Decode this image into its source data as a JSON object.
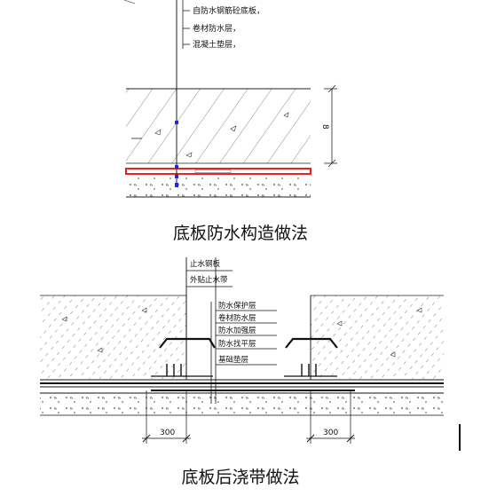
{
  "diagram1": {
    "callouts": [
      "自防水钢筋砼底板，",
      "卷材防水层，",
      "混凝土垫层，"
    ],
    "dimension_text": "8",
    "caption": "底板防水构造做法",
    "colors": {
      "membrane": "#e8231f",
      "marker": "#1f2bd6"
    }
  },
  "diagram2": {
    "top_callouts": [
      "止水钢板",
      "外贴止水带"
    ],
    "layer_callouts": [
      "防水保护层",
      "卷材防水层",
      "防水加强层",
      "防水找平层",
      "基础垫层"
    ],
    "dim_left": "300",
    "dim_right": "300",
    "caption": "底板后浇带做法"
  }
}
